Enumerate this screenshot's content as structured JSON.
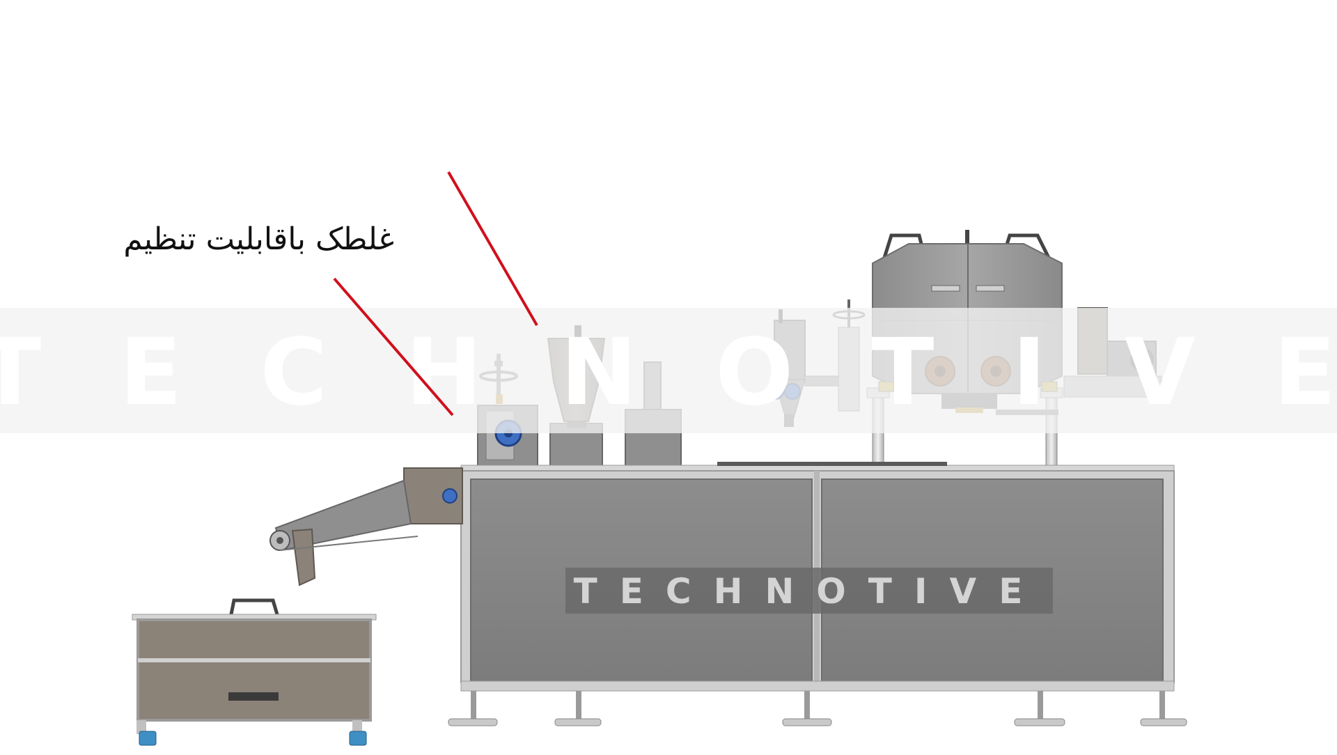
{
  "callout": {
    "label": "غلطک باقابلیت تنظیم"
  },
  "watermark": {
    "band_text": "TECHNOTIVE",
    "panel_text": "TECHNOTIVE"
  },
  "colors": {
    "callout_line": "#d0101c",
    "machine_body": "#858585",
    "machine_frame": "#c9c9c9",
    "trolley": "#8b8278",
    "accent_blue": "#3e6fc2",
    "brass": "#c49a3c",
    "watermark_band": "#e4e4e4"
  }
}
